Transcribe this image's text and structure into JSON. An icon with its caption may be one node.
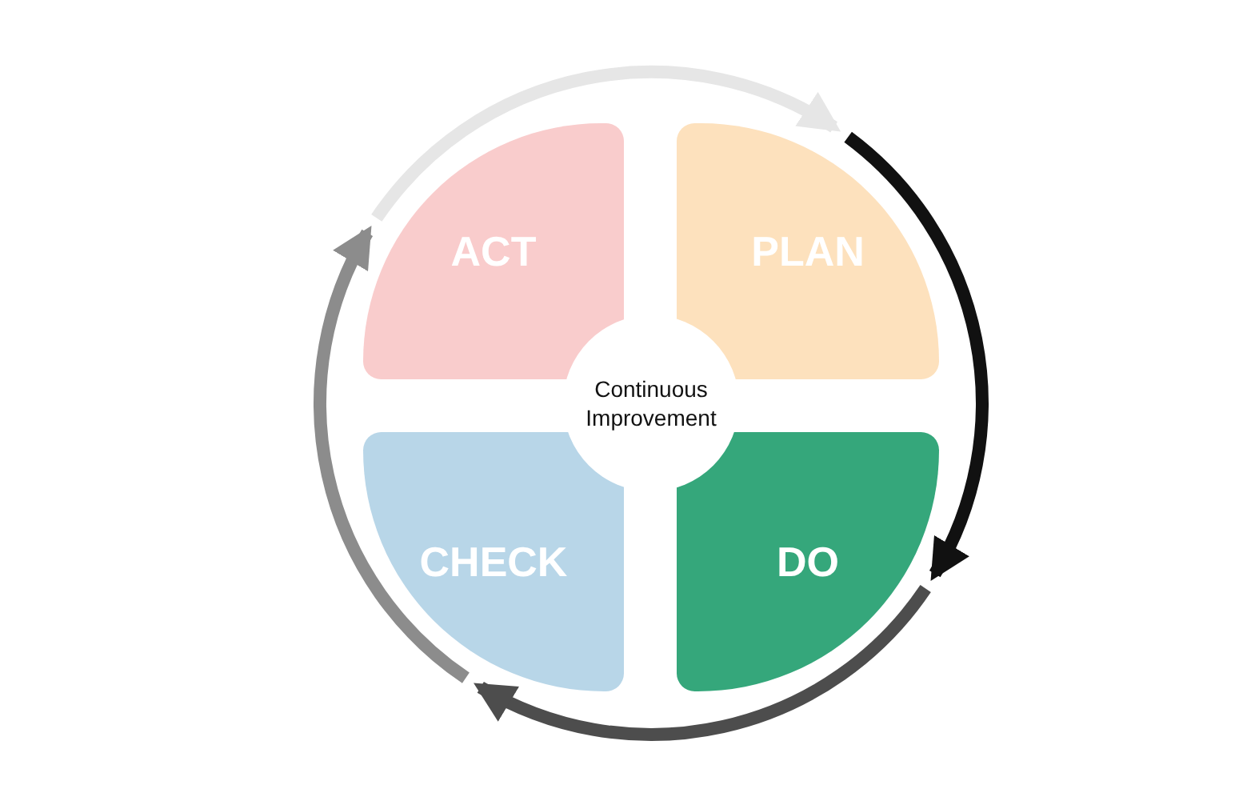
{
  "diagram": {
    "nodes": [
      {
        "text": [
          "ACT"
        ]
      },
      {
        "text": [
          "PLAN"
        ]
      },
      {
        "text": [
          "Continuous Improvement"
        ]
      },
      {
        "text": [
          "CHECK"
        ]
      },
      {
        "text": [
          "DO"
        ]
      }
    ],
    "edges": [
      {
        "from": 1,
        "to": 4,
        "arrow": "to",
        "color": "#111111"
      },
      {
        "from": 4,
        "to": 3,
        "arrow": "to",
        "color": "#4d4d4d"
      },
      {
        "from": 3,
        "to": 0,
        "arrow": "to",
        "color": "#8c8c8c"
      },
      {
        "from": 0,
        "to": 1,
        "arrow": "to",
        "color": "#e6e6e6"
      }
    ]
  }
}
